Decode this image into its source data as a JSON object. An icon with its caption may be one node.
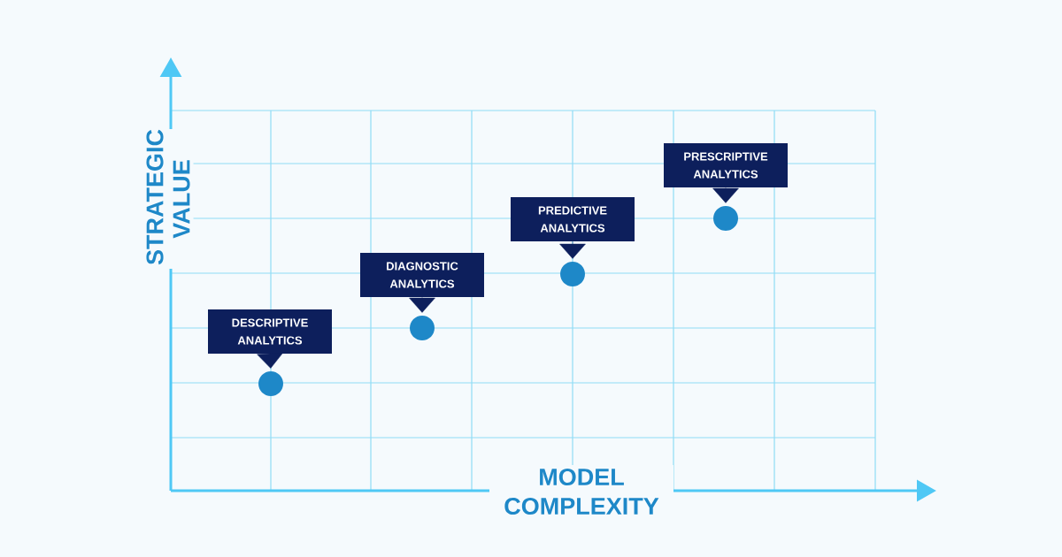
{
  "diagram": {
    "nodes": [
      {
        "text": [
          "DESCRIPTIVE ANALYTICS"
        ]
      },
      {
        "text": [],
        "shape": "circle"
      },
      {
        "text": [
          "DIAGNOSTIC ANALYTICS"
        ]
      },
      {
        "text": [],
        "shape": "circle"
      },
      {
        "text": [
          "PREDICTIVE ANALYTICS"
        ]
      },
      {
        "text": [],
        "shape": "circle"
      },
      {
        "text": [
          "PRESCRIPTIVE ANALYTICS"
        ]
      },
      {
        "text": [],
        "shape": "circle"
      }
    ],
    "edges": [
      {
        "from": 0,
        "to": 1,
        "arrow": "to"
      },
      {
        "from": 2,
        "to": 3,
        "arrow": "to"
      },
      {
        "from": 4,
        "to": 5,
        "arrow": "to"
      },
      {
        "from": 6,
        "to": 7,
        "arrow": "to"
      }
    ],
    "labels": [
      "STRATEGIC VALUE",
      "MODEL COMPLEXITY"
    ]
  }
}
